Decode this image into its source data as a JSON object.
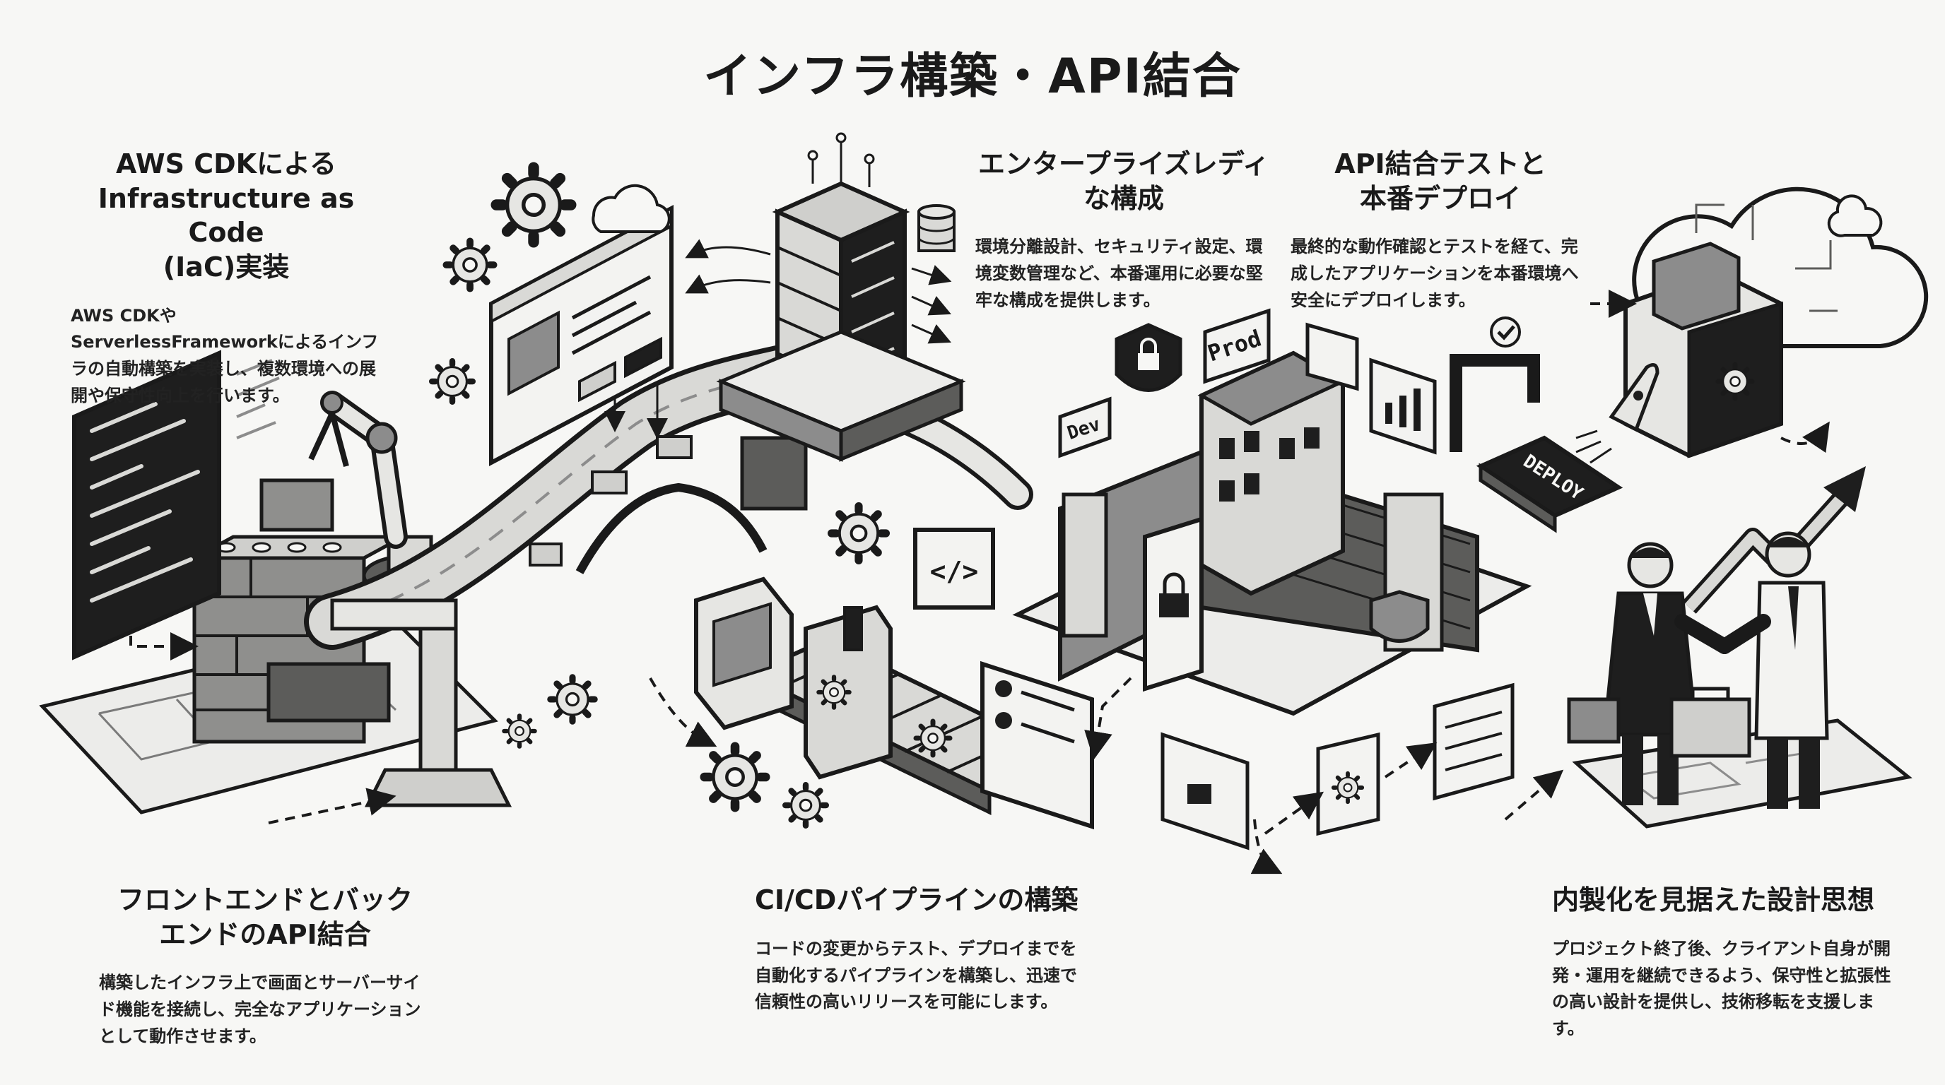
{
  "title": "インフラ構築・API結合",
  "sections": {
    "iac": {
      "heading": "AWS CDKによる\nInfrastructure as Code\n(IaC)実装",
      "body": "AWS CDKやServerlessFrameworkによるインフラの自動構築を実装し、複数環境への展開や保守性向上を行います。"
    },
    "enterprise": {
      "heading": "エンタープライズレディ\nな構成",
      "body": "環境分離設計、セキュリティ設定、環境変数管理など、本番運用に必要な堅牢な構成を提供します。"
    },
    "api_test": {
      "heading": "API結合テストと\n本番デプロイ",
      "body": "最終的な動作確認とテストを経て、完成したアプリケーションを本番環境へ安全にデプロイします。"
    },
    "frontend_backend": {
      "heading": "フロントエンドとバック\nエンドのAPI結合",
      "body": "構築したインフラ上で画面とサーバーサイド機能を接続し、完全なアプリケーションとして動作させます。"
    },
    "cicd": {
      "heading": "CI/CDパイプラインの構築",
      "body": "コードの変更からテスト、デプロイまでを自動化するパイプラインを構築し、迅速で信頼性の高いリリースを可能にします。"
    },
    "inhouse": {
      "heading": "内製化を見据えた設計思想",
      "body": "プロジェクト終了後、クライアント自身が開発・運用を継続できるよう、保守性と拡張性の高い設計を提供し、技術移転を支援します。"
    }
  },
  "labels": {
    "dev": "Dev",
    "prod": "Prod",
    "deploy": "DEPLOY",
    "code": "</>"
  },
  "icons": {
    "terminal": "terminal-icon",
    "robot_arm": "robot-arm-icon",
    "server_rack": "server-rack-icon",
    "database": "database-icon",
    "cloud": "cloud-icon",
    "gear": "gear-icon",
    "shield_lock": "shield-lock-icon",
    "castle": "castle-icon",
    "rocket": "rocket-icon",
    "handshake": "handshake-icon",
    "conveyor": "conveyor-icon",
    "growth_arrow": "growth-arrow-icon"
  },
  "colors": {
    "ink": "#1a1a1a",
    "paper": "#f7f7f5",
    "mid": "#8c8c8c",
    "light": "#d9d9d6"
  }
}
